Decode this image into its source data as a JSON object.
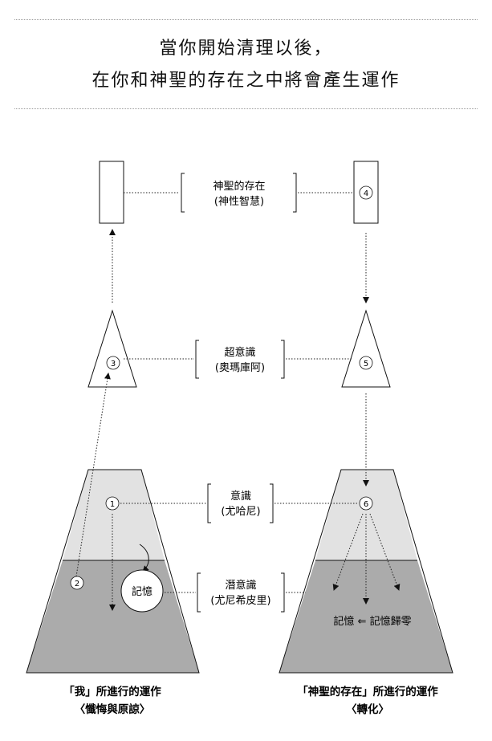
{
  "title": {
    "line1": "當你開始清理以後，",
    "line2": "在你和神聖的存在之中將會產生運作"
  },
  "levels": {
    "divine": {
      "name": "神聖的存在",
      "sub": "(神性智慧)"
    },
    "super": {
      "name": "超意識",
      "sub": "(奧瑪庫阿)"
    },
    "conscious": {
      "name": "意識",
      "sub": "(尤哈尼)"
    },
    "sub": {
      "name": "潛意識",
      "sub": "(尤尼希皮里)"
    }
  },
  "numbers": [
    "1",
    "2",
    "3",
    "4",
    "5",
    "6"
  ],
  "memory_label": "記憶",
  "memory_transform": "記憶 ⇐ 記憶歸零",
  "captions": {
    "left_line1": "「我」所進行的運作",
    "left_line2": "〈懺悔與原諒〉",
    "right_line1": "「神聖的存在」所進行的運作",
    "right_line2": "〈轉化〉"
  },
  "colors": {
    "light_gray": "#e2e2e2",
    "dark_gray": "#ababab",
    "outline": "#111111",
    "dotted_rule": "#9a9a9a"
  }
}
